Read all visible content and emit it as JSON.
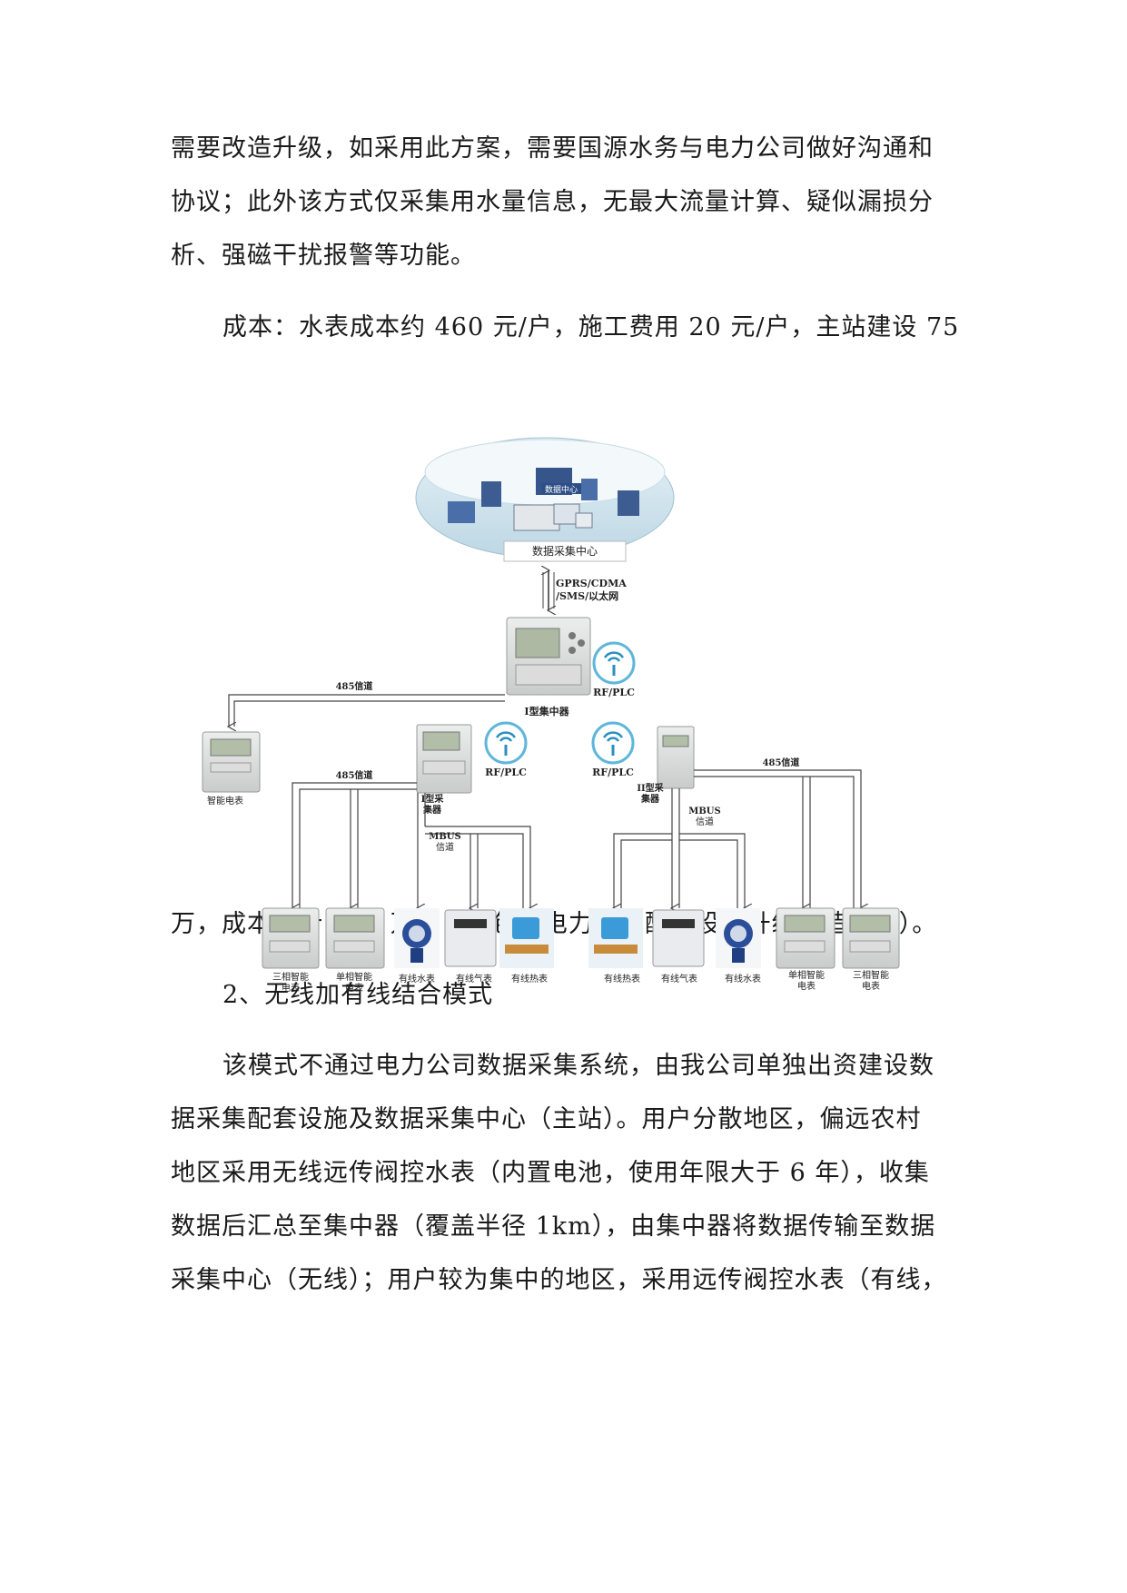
{
  "paragraphs": {
    "p1_l1": "需要改造升级，如采用此方案，需要国源水务与电力公司做好沟通和",
    "p1_l2": "协议；此外该方式仅采集用水量信息，无最大流量计算、疑似漏损分",
    "p1_l3": "析、强磁干扰报警等功能。",
    "p2_l1": "成本：水表成本约 460 元/户，施工费用 20 元/户，主站建设 75",
    "p2_l2": "万，成本合计 939 万元（不包含电力部门配套设施升级改造费用）。",
    "heading2": "2、无线加有线结合模式",
    "p3_l1": "该模式不通过电力公司数据采集系统，由我公司单独出资建设数",
    "p3_l2": "据采集配套设施及数据采集中心（主站）。用户分散地区，偏远农村",
    "p3_l3": "地区采用无线远传阀控水表（内置电池，使用年限大于 6 年），收集",
    "p3_l4": "数据后汇总至集中器（覆盖半径 1km），由集中器将数据传输至数据",
    "p3_l5": "采集中心（无线）；用户较为集中的地区，采用远传阀控水表（有线，"
  },
  "diagram": {
    "center_label": "数据采集中心",
    "data_center_sign": "数据中心",
    "uplink_1": "GPRS/CDMA",
    "uplink_2": "/SMS/以太网",
    "concentrator": "I型集中器",
    "rf_plc": "RF/PLC",
    "ch485": "485信道",
    "mbus": "MBUS",
    "mbus_ch": "信道",
    "smart_meter": "智能电表",
    "collector1_a": "I型采",
    "collector1_b": "集器",
    "collector2_a": "II型采",
    "collector2_b": "集器",
    "dev_three_phase_a": "三相智能",
    "dev_single_phase_a": "单相智能",
    "dev_meter_b": "电表",
    "dev_water": "有线水表",
    "dev_gas": "有线气表",
    "dev_heat": "有线热表"
  }
}
